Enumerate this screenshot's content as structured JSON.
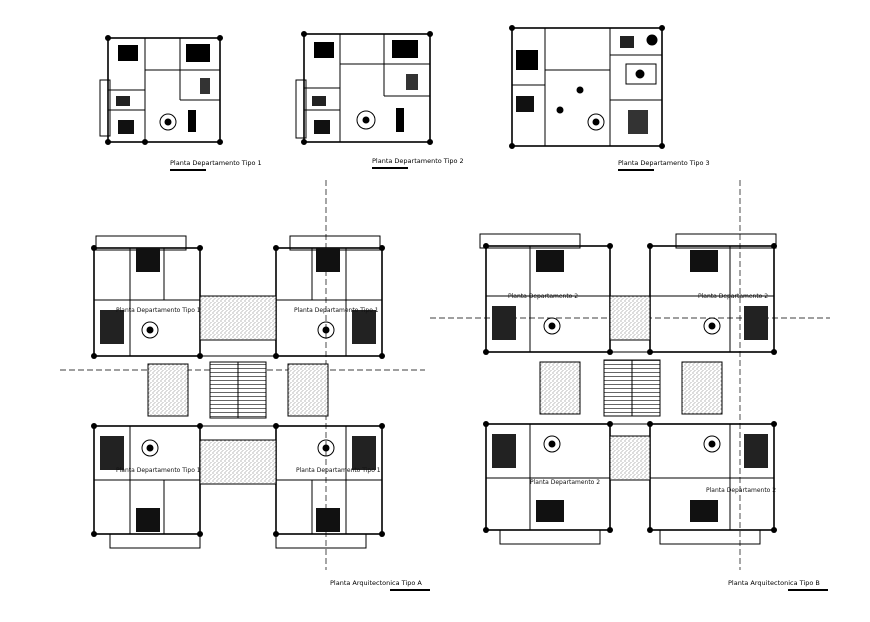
{
  "drawing": {
    "captions": {
      "tipo1": "Planta Departamento Tipo 1",
      "tipo2": "Planta Departamento Tipo 2",
      "tipo3": "Planta Departamento Tipo 3",
      "arq_a": "Planta Arquitectonica Tipo A",
      "arq_b": "Planta Arquitectonica Tipo B"
    },
    "room_labels": {
      "a_upper_left": "Planta Departamento Tipo 1",
      "a_upper_right": "Planta Departamento Tipo 1",
      "a_lower_left": "Planta Departamento Tipo 1",
      "a_lower_right": "Planta Departamento Tipo 1",
      "b_upper_left": "Planta Departamento 2",
      "b_upper_right": "Planta Departamento 2",
      "b_lower_left": "Planta Departamento 2",
      "b_lower_right": "Planta Departamento 2"
    },
    "colors": {
      "line": "#000000",
      "background": "#ffffff",
      "hatch": "#444444"
    }
  }
}
